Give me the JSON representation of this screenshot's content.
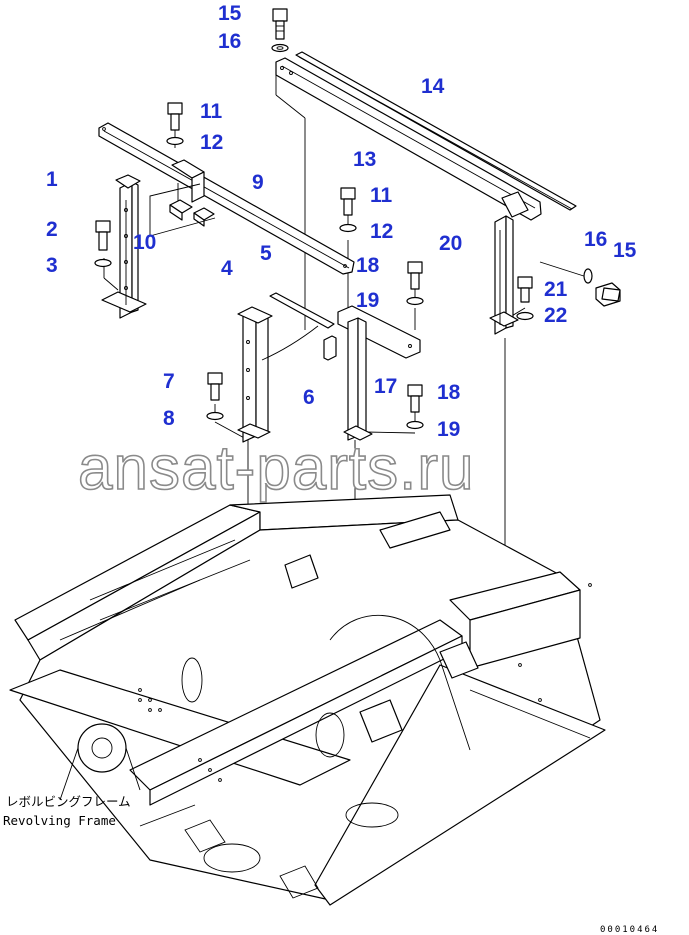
{
  "callouts": [
    {
      "id": "c15a",
      "text": "15"
    },
    {
      "id": "c16a",
      "text": "16"
    },
    {
      "id": "c14",
      "text": "14"
    },
    {
      "id": "c11a",
      "text": "11"
    },
    {
      "id": "c12a",
      "text": "12"
    },
    {
      "id": "c13",
      "text": "13"
    },
    {
      "id": "c1",
      "text": "1"
    },
    {
      "id": "c9",
      "text": "9"
    },
    {
      "id": "c11b",
      "text": "11"
    },
    {
      "id": "c2",
      "text": "2"
    },
    {
      "id": "c12b",
      "text": "12"
    },
    {
      "id": "c10",
      "text": "10"
    },
    {
      "id": "c20",
      "text": "20"
    },
    {
      "id": "c16b",
      "text": "16"
    },
    {
      "id": "c15b",
      "text": "15"
    },
    {
      "id": "c3",
      "text": "3"
    },
    {
      "id": "c5",
      "text": "5"
    },
    {
      "id": "c18a",
      "text": "18"
    },
    {
      "id": "c4",
      "text": "4"
    },
    {
      "id": "c21",
      "text": "21"
    },
    {
      "id": "c19a",
      "text": "19"
    },
    {
      "id": "c22",
      "text": "22"
    },
    {
      "id": "c7",
      "text": "7"
    },
    {
      "id": "c6",
      "text": "6"
    },
    {
      "id": "c17",
      "text": "17"
    },
    {
      "id": "c8",
      "text": "8"
    },
    {
      "id": "c18b",
      "text": "18"
    },
    {
      "id": "c19b",
      "text": "19"
    }
  ],
  "watermark": "ansat-parts.ru",
  "frame_label": {
    "jp": "レボルビングフレーム",
    "en": "Revolving Frame"
  },
  "document_number": "00010464",
  "colors": {
    "callout": "#1f2fd0",
    "line": "#000000",
    "watermark_outline": "#8a8a8a"
  }
}
